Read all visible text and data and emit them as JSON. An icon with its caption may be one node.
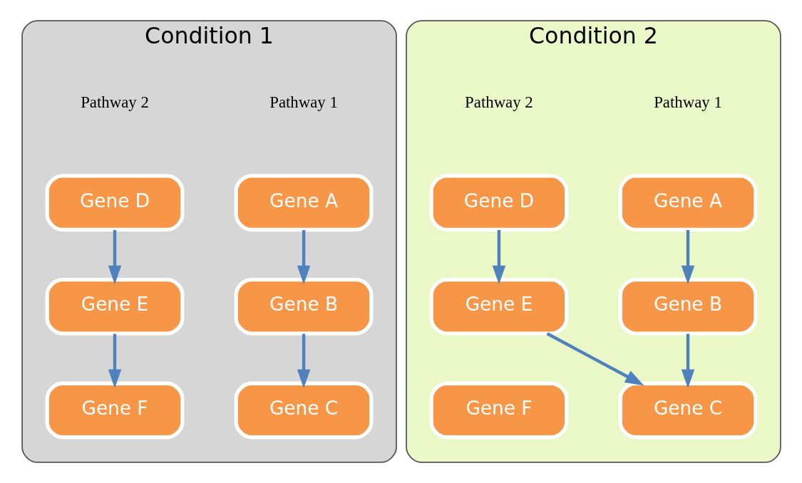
{
  "diagram": {
    "nodes": [
      {
        "text": [
          "Condition 1"
        ]
      },
      {
        "text": [
          "Pathway 1"
        ],
        "in": 0
      },
      {
        "text": [
          "Pathway 2"
        ],
        "in": 0
      },
      {
        "text": [
          "Gene A"
        ],
        "in": 0
      },
      {
        "text": [
          "Gene D"
        ],
        "in": 0
      },
      {
        "text": [
          "Gene B"
        ],
        "in": 0
      },
      {
        "text": [
          "Gene E"
        ],
        "in": 0
      },
      {
        "text": [
          "Gene C"
        ],
        "in": 0
      },
      {
        "text": [
          "Gene F"
        ],
        "in": 0
      },
      {
        "text": [
          "Condition 2"
        ]
      },
      {
        "text": [
          "Pathway 1"
        ],
        "in": 9
      },
      {
        "text": [
          "Pathway 2"
        ],
        "in": 9
      },
      {
        "text": [
          "Gene A"
        ],
        "in": 9
      },
      {
        "text": [
          "Gene D"
        ],
        "in": 9
      },
      {
        "text": [
          "Gene B"
        ],
        "in": 9
      },
      {
        "text": [
          "Gene E"
        ],
        "in": 9
      },
      {
        "text": [
          "Gene C"
        ],
        "in": 9
      },
      {
        "text": [
          "Gene F"
        ],
        "in": 9
      }
    ],
    "edges": [
      {
        "from": 3,
        "to": 5,
        "arrow": "to"
      },
      {
        "from": 5,
        "to": 7,
        "arrow": "to"
      },
      {
        "from": 4,
        "to": 6,
        "arrow": "to"
      },
      {
        "from": 6,
        "to": 8,
        "arrow": "to"
      },
      {
        "from": 12,
        "to": 14,
        "arrow": "to"
      },
      {
        "from": 14,
        "to": 16,
        "arrow": "to"
      },
      {
        "from": 13,
        "to": 15,
        "arrow": "to"
      },
      {
        "from": 15,
        "to": 16,
        "arrow": "to"
      }
    ]
  }
}
